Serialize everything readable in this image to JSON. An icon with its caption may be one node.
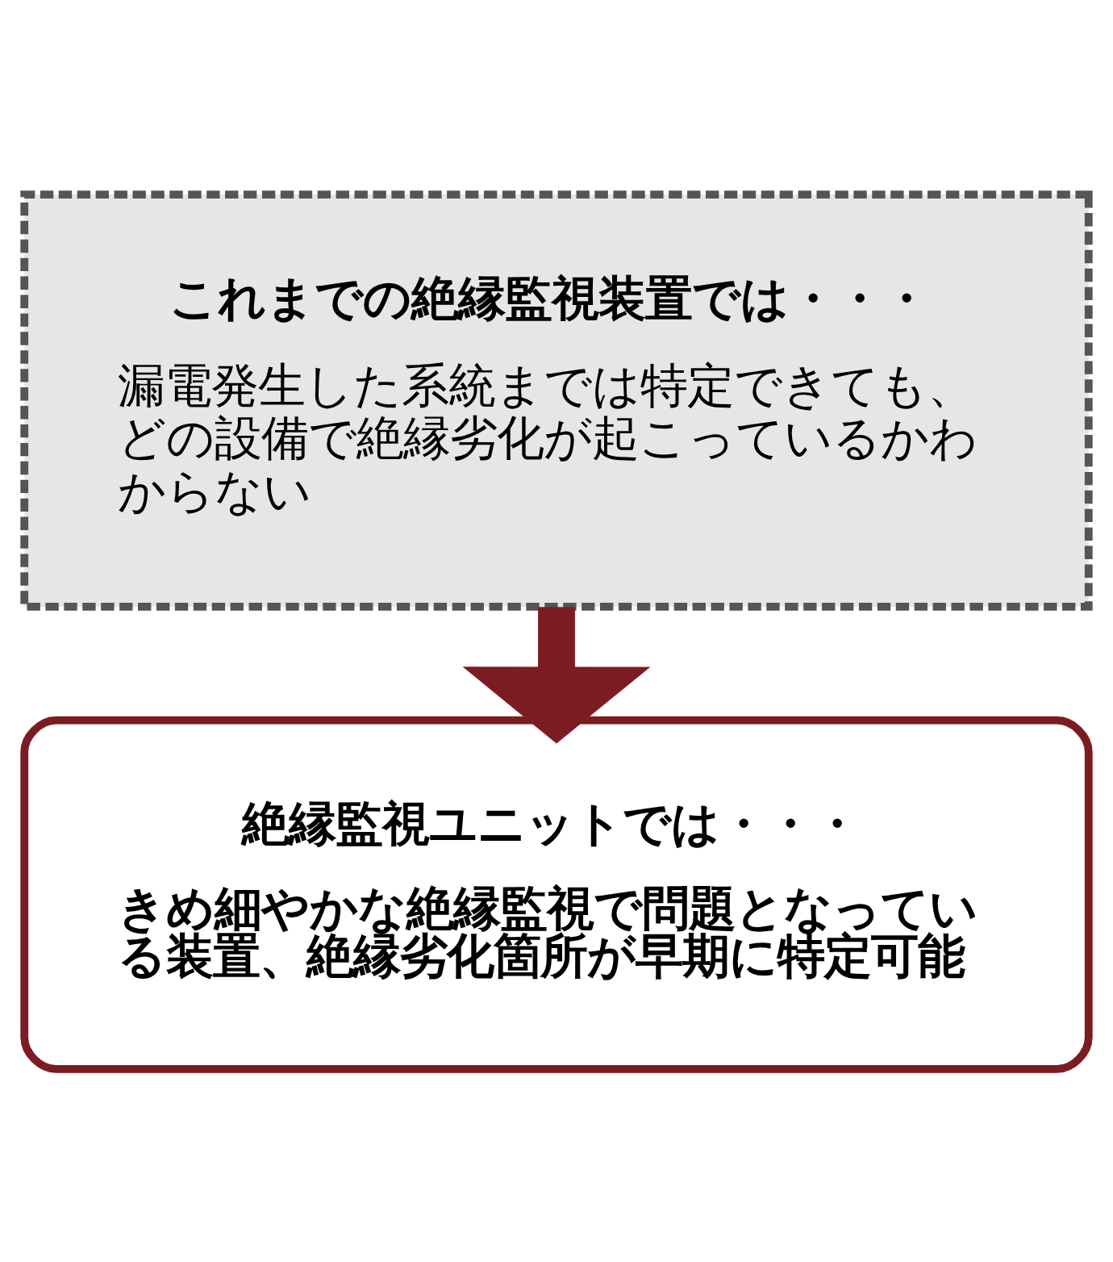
{
  "diagram": {
    "nodes": [
      {
        "text": [
          "これまでの絶縁監視装置では・・・",
          "漏電発生した系統までは特定できても、どの設備で絶縁劣化が起こっているかわからない"
        ]
      },
      {
        "text": [
          "絶縁監視ユニットでは・・・",
          "きめ細やかな絶縁監視で問題となっている装置、絶縁劣化箇所が早期に特定可能"
        ]
      }
    ],
    "edges": [
      {
        "from": 0,
        "to": 1,
        "arrow": "to"
      }
    ]
  }
}
